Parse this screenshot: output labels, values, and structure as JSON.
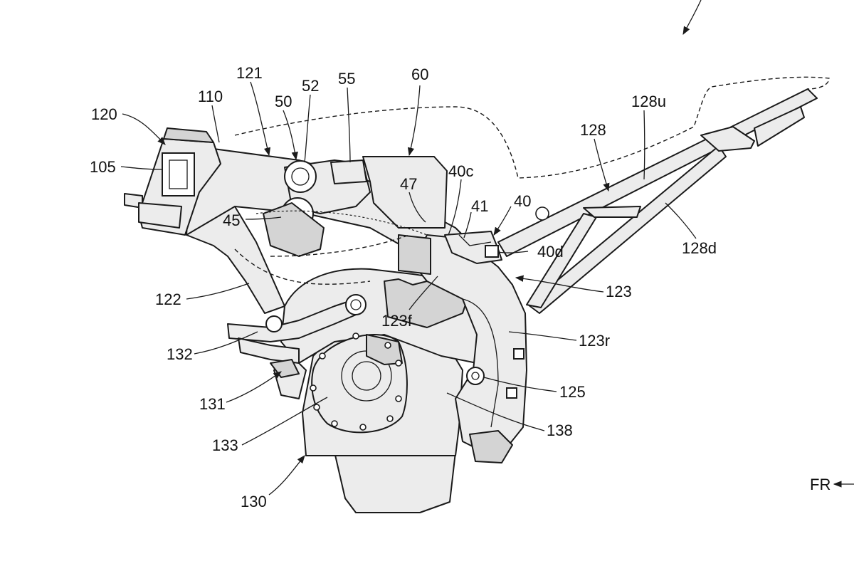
{
  "figure": {
    "direction_label": "FR"
  },
  "labels": {
    "l120": "120",
    "l105": "105",
    "l110": "110",
    "l121": "121",
    "l50": "50",
    "l52": "52",
    "l55": "55",
    "l60": "60",
    "l47": "47",
    "l40c": "40c",
    "l41": "41",
    "l40": "40",
    "l128": "128",
    "l128u": "128u",
    "l128d": "128d",
    "l45": "45",
    "l40d": "40d",
    "l122": "122",
    "l123": "123",
    "l123f": "123f",
    "l123r": "123r",
    "l132": "132",
    "l131": "131",
    "l125": "125",
    "l133": "133",
    "l138": "138",
    "l130": "130"
  }
}
